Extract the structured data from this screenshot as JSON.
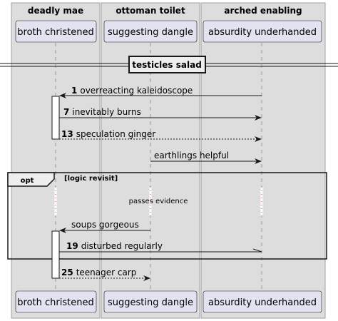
{
  "boxes": [
    {
      "title": "deadly mae"
    },
    {
      "title": "ottoman toilet"
    },
    {
      "title": "arched enabling"
    }
  ],
  "participants": [
    {
      "name": "broth christened"
    },
    {
      "name": "suggesting dangle"
    },
    {
      "name": "absurdity underhanded"
    }
  ],
  "divider": {
    "label": "testicles salad"
  },
  "messages": [
    {
      "num": "1",
      "text": "overreacting kaleidoscope"
    },
    {
      "num": "7",
      "text": "inevitably burns"
    },
    {
      "num": "13",
      "text": "speculation ginger"
    },
    {
      "num": "",
      "text": "earthlings helpful"
    },
    {
      "num": "",
      "text": "soups gorgeous"
    },
    {
      "num": "19",
      "text": "disturbed regularly"
    },
    {
      "num": "25",
      "text": "teenager carp"
    }
  ],
  "fragment": {
    "keyword": "opt",
    "guard": "[logic revisit]"
  },
  "delay": {
    "text": "passes evidence"
  },
  "colors": {
    "box_bg": "#dddddd",
    "box_border": "#a0a0a0",
    "participant_bg": "#e2e2f0",
    "participant_border": "#181818",
    "line": "#181818",
    "lifeline": "#999999",
    "delay_dots": "#cc4444"
  }
}
